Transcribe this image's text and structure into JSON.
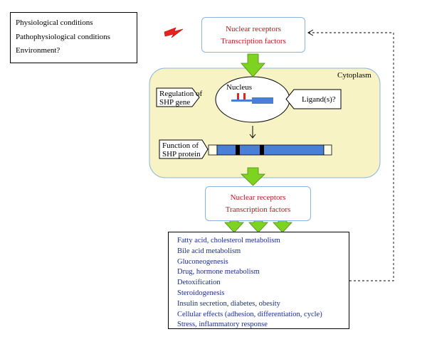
{
  "conditions": [
    "Physiological conditions",
    "Pathophysiological conditions",
    "Environment?"
  ],
  "nuclear_receptors_top": {
    "line1": "Nuclear receptors",
    "line2": "Transcription factors"
  },
  "nuclear_receptors_bottom": {
    "line1": "Nuclear receptors",
    "line2": "Transcription factors"
  },
  "cytoplasm_label": "Cytoplasm",
  "nucleus_label": "Nucleus",
  "regulation_label": {
    "line1": "Regulation of",
    "line2": "SHP gene"
  },
  "ligand_label": "Ligand(s)?",
  "function_label": {
    "line1": "Function of",
    "line2": "SHP protein"
  },
  "effects": [
    "Fatty acid, cholesterol metabolism",
    "Bile acid metabolism",
    "Gluconeogenesis",
    "Drug, hormone metabolism",
    "Detoxification",
    "Steroidogenesis",
    "Insulin secretion, diabetes, obesity",
    "Cellular effects (adhesion, differentiation, cycle)",
    "Stress, inflammatory response"
  ],
  "colors": {
    "cytoplasm_fill": "#f8f3c4",
    "cytoplasm_border": "#8ab4e0",
    "arrow_green": "#7ed321",
    "gene_blue": "#4a7fd8",
    "receptor_text": "#c0141c",
    "effects_text": "#1a2d8c",
    "lightning": "#e5231f"
  }
}
